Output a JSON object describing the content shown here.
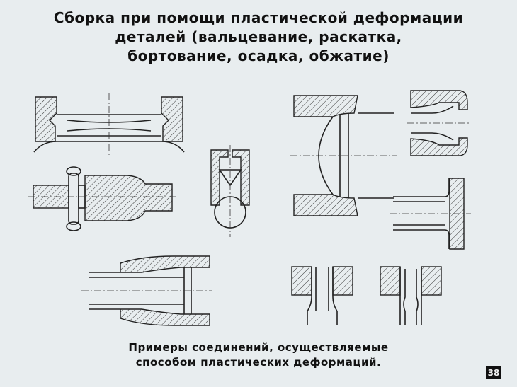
{
  "title": {
    "line1": "Сборка при помощи пластической деформации",
    "line2": "деталей (вальцевание, раскатка,",
    "line3": "бортование, осадка, обжатие)"
  },
  "caption": {
    "line1": "Примеры соединений, осуществляемые",
    "line2": "способом пластических деформаций."
  },
  "slide_number": "38"
}
